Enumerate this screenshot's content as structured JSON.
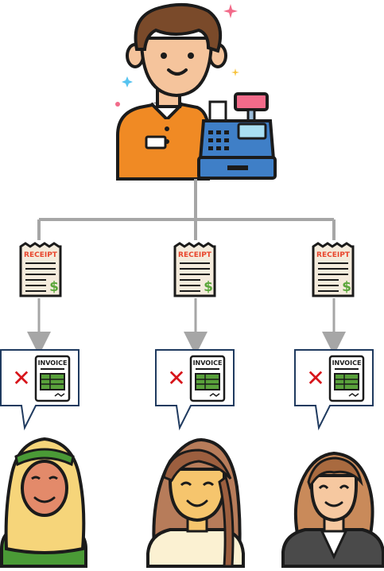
{
  "diagram": {
    "cashier": {
      "icon": "cashier-with-register-icon"
    },
    "receipts": [
      {
        "label": "RECEIPT",
        "symbol": "$",
        "icon": "receipt-icon"
      },
      {
        "label": "RECEIPT",
        "symbol": "$",
        "icon": "receipt-icon"
      },
      {
        "label": "RECEIPT",
        "symbol": "$",
        "icon": "receipt-icon"
      }
    ],
    "bubbles": [
      {
        "label": "INVOICE",
        "mark": "✕",
        "icon": "invoice-icon"
      },
      {
        "label": "INVOICE",
        "mark": "✕",
        "icon": "invoice-icon"
      },
      {
        "label": "INVOICE",
        "mark": "✕",
        "icon": "invoice-icon"
      }
    ],
    "customers": [
      {
        "icon": "woman-hijab-avatar-icon"
      },
      {
        "icon": "woman-long-hair-avatar-icon"
      },
      {
        "icon": "woman-business-avatar-icon"
      }
    ],
    "colors": {
      "connector": "#a6a6a6",
      "receipt_label": "#e8452c",
      "dollar": "#5aa63a",
      "x_mark": "#d7141a",
      "invoice_grid": "#59a13b",
      "bubble_border": "#1f3a5f",
      "shirt": "#f08a24",
      "register": "#3f7fc7"
    }
  }
}
